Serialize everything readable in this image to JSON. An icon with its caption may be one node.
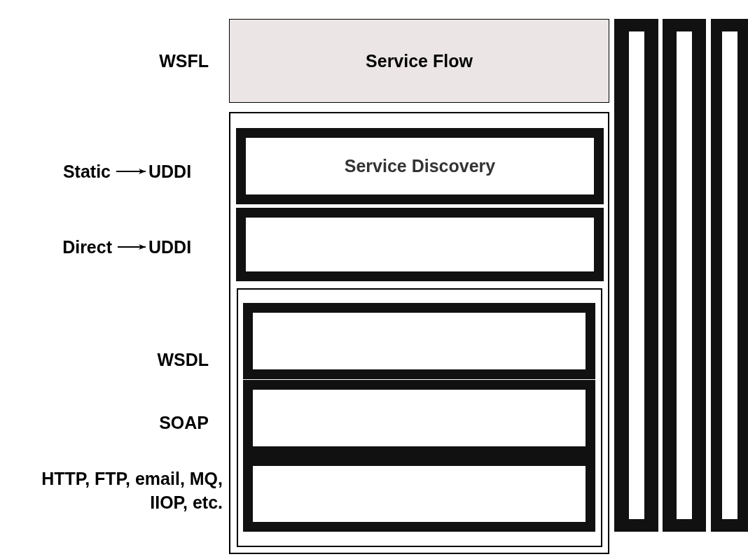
{
  "diagram": {
    "nodes": [
      {
        "text": [
          "Service Flow"
        ]
      },
      {
        "text": [],
        "shape": "box"
      },
      {
        "text": [
          "Service Discovery"
        ],
        "in": 1
      },
      {
        "text": [],
        "shape": "box",
        "in": 1
      },
      {
        "text": [],
        "shape": "box",
        "in": 1
      },
      {
        "text": [],
        "shape": "box",
        "in": 4
      },
      {
        "text": [],
        "shape": "box",
        "in": 4
      },
      {
        "text": [],
        "shape": "box",
        "in": 4
      },
      {
        "text": [],
        "shape": "bar"
      },
      {
        "text": [],
        "shape": "bar"
      },
      {
        "text": [],
        "shape": "bar"
      },
      {
        "text": [
          "Static"
        ]
      },
      {
        "text": [
          "UDDI"
        ]
      },
      {
        "text": [
          "Direct"
        ]
      },
      {
        "text": [
          "UDDI"
        ]
      }
    ],
    "edges": [
      {
        "from": 11,
        "to": 12,
        "arrow": "to"
      },
      {
        "from": 13,
        "to": 14,
        "arrow": "to"
      }
    ],
    "labels": [
      "WSFL",
      "WSDL",
      "SOAP",
      "HTTP, FTP, email, MQ, IIOP, etc."
    ]
  }
}
